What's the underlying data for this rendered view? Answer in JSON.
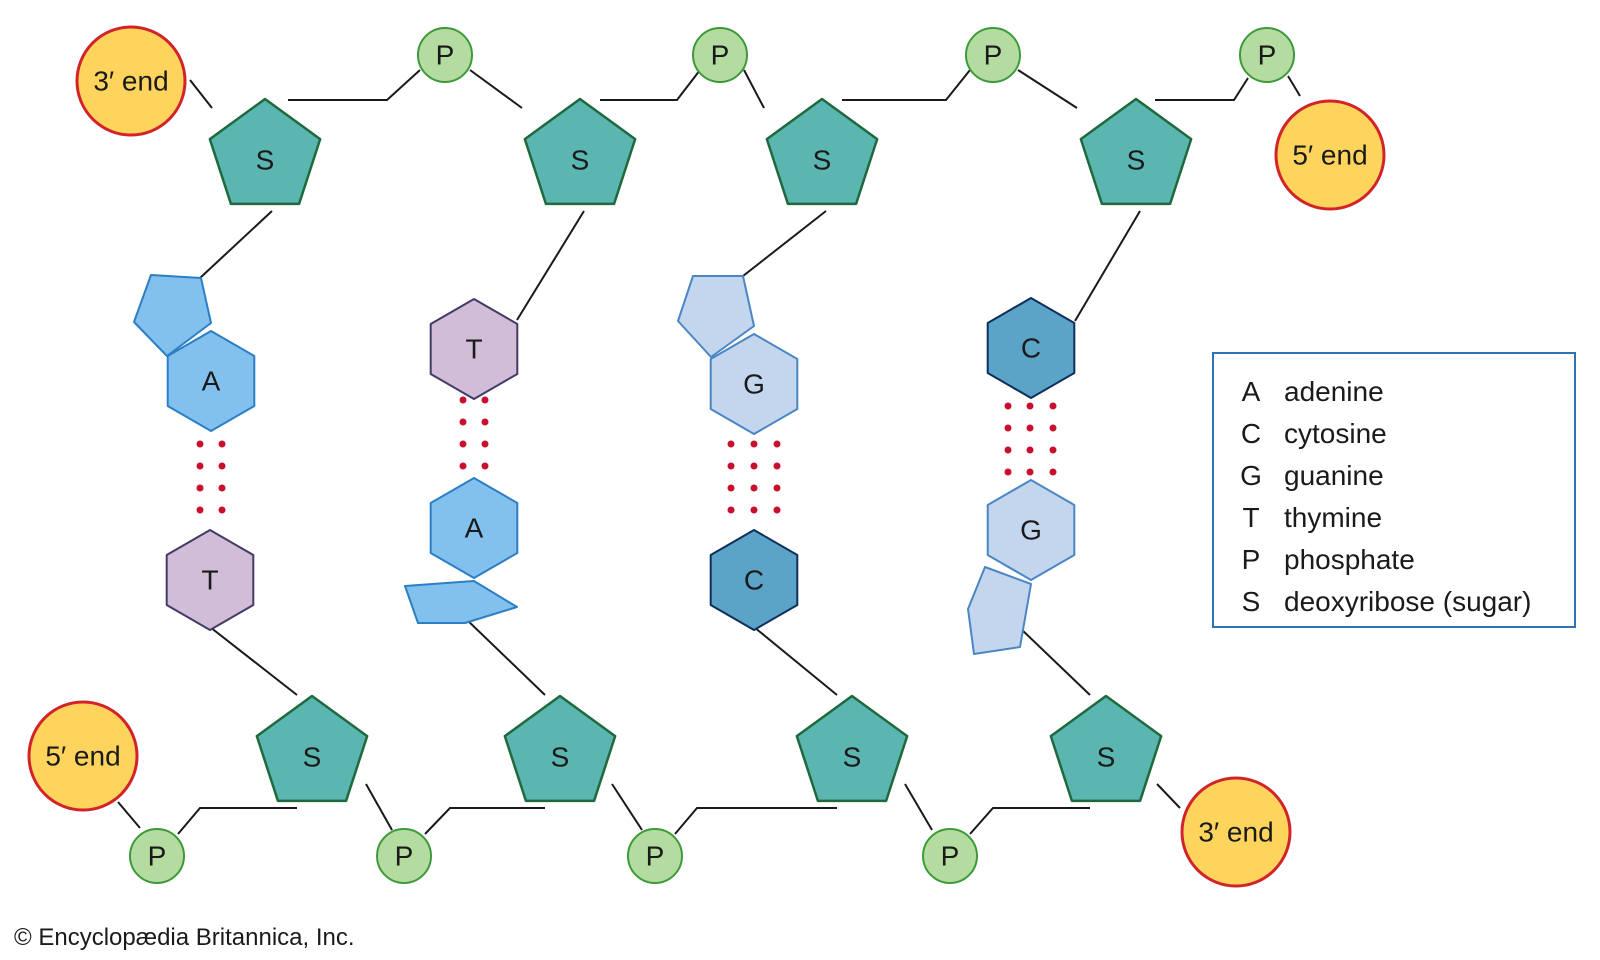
{
  "colors": {
    "phosphate_fill": "#b5dca0",
    "phosphate_stroke": "#3d9a3a",
    "sugar_fill": "#5bb5b0",
    "sugar_stroke": "#1f6a3c",
    "adenine_fill": "#82c0ee",
    "adenine_stroke": "#2c7fc4",
    "guanine_fill": "#c4d6ee",
    "guanine_stroke": "#4a86c4",
    "thymine_fill": "#d2bdd8",
    "thymine_stroke": "#433a66",
    "cytosine_fill": "#5ba4c8",
    "cytosine_stroke": "#0e2f5c",
    "end_fill": "#ffd45c",
    "end_stroke": "#d2232a",
    "hydrogen_bond": "#c8102e",
    "legend_border": "#2b73b4"
  },
  "labels": {
    "phosphate": "P",
    "sugar": "S",
    "adenine": "A",
    "thymine": "T",
    "guanine": "G",
    "cytosine": "C"
  },
  "ends": {
    "top_left": "3′ end",
    "top_right": "5′ end",
    "bottom_left": "5′ end",
    "bottom_right": "3′ end"
  },
  "legend": [
    {
      "key": "A",
      "value": "adenine"
    },
    {
      "key": "C",
      "value": "cytosine"
    },
    {
      "key": "G",
      "value": "guanine"
    },
    {
      "key": "T",
      "value": "thymine"
    },
    {
      "key": "P",
      "value": "phosphate"
    },
    {
      "key": "S",
      "value": "deoxyribose (sugar)"
    }
  ],
  "copyright": "© Encyclopædia Britannica, Inc."
}
